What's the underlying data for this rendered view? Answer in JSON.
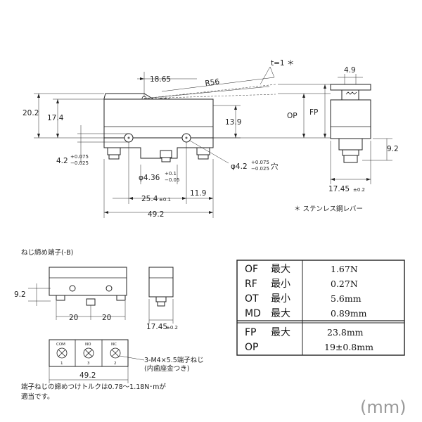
{
  "main_view": {
    "dims": {
      "d_18_65": "18.65",
      "r56": "R56",
      "t1": "t=1 ＊",
      "d_20_2": "20.2",
      "d_17_4": "17.4",
      "d_13_9": "13.9",
      "op": "OP",
      "fp": "FP",
      "d_4_2": "4.2",
      "d_4_2_tol_up": "+0.075",
      "d_4_2_tol_dn": "−0.025",
      "phi_4_36": "φ4.36",
      "phi_4_36_tol_up": "+0.1",
      "phi_4_36_tol_dn": "−0.05",
      "phi_4_2": "φ4.2",
      "phi_4_2_tol_up": "+0.075",
      "phi_4_2_tol_dn": "−0.025",
      "phi_4_2_suffix": "穴",
      "d_25_4": "25.4",
      "d_25_4_tol": "±0.1",
      "d_11_9": "11.9",
      "d_49_2": "49.2"
    }
  },
  "side_view": {
    "d_4_9": "4.9",
    "d_9_2": "9.2",
    "d_17_45": "17.45",
    "d_17_45_tol": "±0.2"
  },
  "lever_note": "＊ ステンレス鋼レバー",
  "screw_variant": {
    "title": "ねじ締め端子(-B)",
    "d_9_2": "9.2",
    "d_20_a": "20",
    "d_20_b": "20",
    "d_17_45": "17.45",
    "d_17_45_tol": "±0.2",
    "d_49_2": "49.2",
    "terminals": [
      {
        "top": "COM",
        "bottom": "1"
      },
      {
        "top": "NO",
        "bottom": "3"
      },
      {
        "top": "NC",
        "bottom": "2"
      }
    ],
    "screw_note_1": "3-M4×5.5端子ねじ",
    "screw_note_2": "(内歯座金つき)",
    "torque_note_1": "端子ねじの締めつけトルクは0.78〜1.18N･mが",
    "torque_note_2": "適当です。"
  },
  "spec_table": {
    "rows": [
      {
        "param": "OF",
        "qual": "最大",
        "value": "1.67N"
      },
      {
        "param": "RF",
        "qual": "最小",
        "value": "0.27N"
      },
      {
        "param": "OT",
        "qual": "最小",
        "value": "5.6mm"
      },
      {
        "param": "MD",
        "qual": "最大",
        "value": "0.89mm"
      },
      {
        "param": "FP",
        "qual": "最大",
        "value": "23.8mm"
      },
      {
        "param": "OP",
        "qual": "",
        "value": "19±0.8mm"
      }
    ]
  },
  "unit_label": "(mm)"
}
